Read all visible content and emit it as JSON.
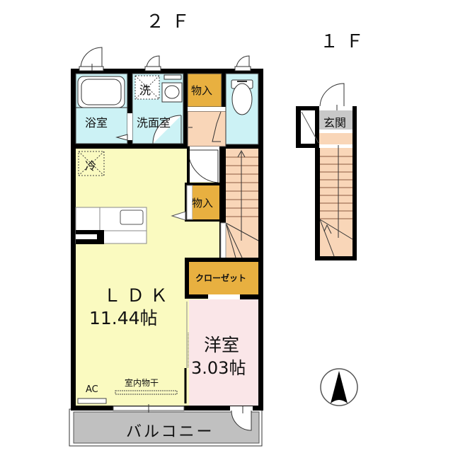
{
  "floors": {
    "second": {
      "label": "２Ｆ",
      "rooms": {
        "bath": "浴室",
        "washer": "洗",
        "washroom": "洗面室",
        "storage_top": "物入",
        "storage_mid": "物入",
        "refrigerator": "冷",
        "closet": "クローゼット",
        "ldk_name": "ＬＤＫ",
        "ldk_size": "11.44帖",
        "western_name": "洋室",
        "western_size": "3.03帖",
        "indoor_drying": "室内物干",
        "ac": "AC",
        "balcony": "バルコニー"
      }
    },
    "first": {
      "label": "１Ｆ",
      "rooms": {
        "entrance": "玄関"
      }
    }
  },
  "compass": {
    "icon": "north-arrow-icon"
  },
  "colors": {
    "wall": "#000000",
    "wet_area": "#ccf2f5",
    "storage": "#e8b040",
    "ldk": "#fafac0",
    "western": "#fae6e8",
    "stairs": "#f9d6b8",
    "balcony": "#c0c0c0",
    "entrance": "#c8c8c8"
  }
}
